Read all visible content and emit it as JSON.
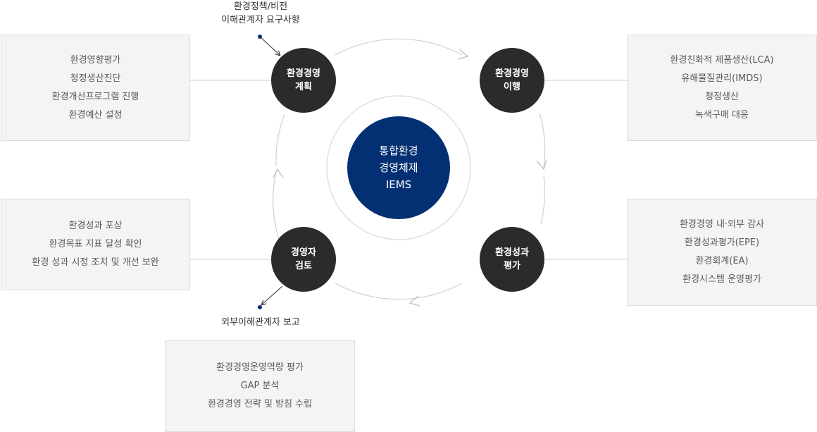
{
  "colors": {
    "center_fill": "#023073",
    "node_fill": "#2b2b2b",
    "box_fill": "#f4f4f4",
    "box_border": "#dddddd",
    "connector": "#cccccc",
    "arrow_accent": "#023073"
  },
  "center": {
    "lines": [
      "통합환경",
      "경영체제",
      "IEMS"
    ]
  },
  "nodes": {
    "plan": {
      "lines": [
        "환경경영",
        "계획"
      ]
    },
    "implement": {
      "lines": [
        "환경경영",
        "이행"
      ]
    },
    "evaluate": {
      "lines": [
        "환경성과",
        "평가"
      ]
    },
    "review": {
      "lines": [
        "경영자",
        "검토"
      ]
    }
  },
  "boxes": {
    "plan": {
      "lines": [
        "환경영향평가",
        "청정생산진단",
        "환경개선프로그램 진행",
        "환경예산 설정"
      ]
    },
    "implement": {
      "lines": [
        "환경친화적 제품생산(LCA)",
        "유해물질관리(IMDS)",
        "청정생산",
        "녹색구매 대응"
      ]
    },
    "review": {
      "lines": [
        "환경성과 포상",
        "환경목표 지표 달성 확인",
        "환경 성과 시정 조치 및 개선 보완"
      ]
    },
    "evaluate": {
      "lines": [
        "환경경영 내·외부 감사",
        "환경성과평가(EPE)",
        "환경회계(EA)",
        "환경시스템 운영평가"
      ]
    },
    "strategy": {
      "lines": [
        "환경경영운영역량 평가",
        "GAP 분석",
        "환경경영 전략 및 방침 수립"
      ]
    }
  },
  "labels": {
    "input": {
      "lines": [
        "환경정책/비전",
        "이해관계자 요구사항"
      ]
    },
    "output": {
      "lines": [
        "외부이해관계자 보고"
      ]
    }
  }
}
